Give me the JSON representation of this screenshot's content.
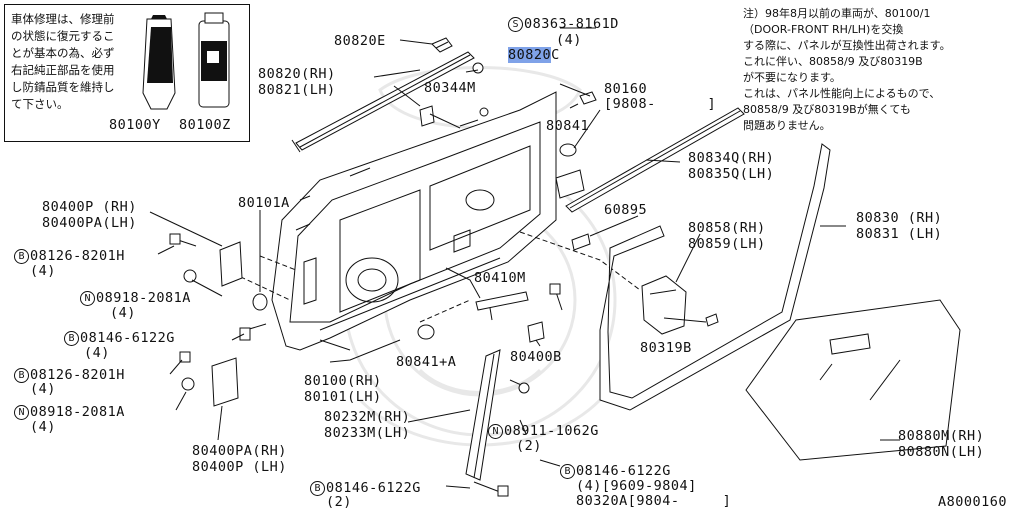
{
  "note_box": {
    "text": "車体修理は、修理前の状態に復元することが基本の為、必ず右記純正部品を使用し防錆品質を維持して下さい。",
    "sealer_code": "80100Y",
    "spray_code": "80100Z"
  },
  "footnote": {
    "lines": [
      "注）98年8月以前の車両が、80100/1",
      "（DOOR-FRONT RH/LH)を交換",
      "する際に、パネルが互換性出荷されます。",
      "これに伴い、80858/9 及び80319B",
      "が不要になります。",
      "これは、パネル性能向上によるもので、",
      "80858/9 及び80319Bが無くても",
      "問題ありません。"
    ]
  },
  "labels": {
    "p80820e": "80820E",
    "s_prefix": "S",
    "s_code": "08363-8161D",
    "s_qty": "(4)",
    "p80820c_main": "80820",
    "p80820c_suffix": "C",
    "p80820_rh": "80820(RH)",
    "p80821_lh": "80821(LH)",
    "p80344m": "80344M",
    "p80160": "80160",
    "p80160_date": "[9808-      ]",
    "p80841": "80841",
    "p80834q": "80834Q(RH)",
    "p80835q": "80835Q(LH)",
    "p80101a": "80101A",
    "p80400p_rh": "80400P (RH)",
    "p80400pa_lh": "80400PA(LH)",
    "b1_prefix": "B",
    "b1_code": "08126-8201H",
    "b1_qty": "(4)",
    "n1_prefix": "N",
    "n1_code": "08918-2081A",
    "n1_qty": "(4)",
    "p60895": "60895",
    "p80858": "80858(RH)",
    "p80859": "80859(LH)",
    "p80830": "80830 (RH)",
    "p80831": "80831 (LH)",
    "p80410m": "80410M",
    "b2_prefix": "B",
    "b2_code": "08146-6122G",
    "b2_qty": "(4)",
    "p80841a": "80841+A",
    "p80400b": "80400B",
    "p80319b": "80319B",
    "b3_prefix": "B",
    "b3_code": "08126-8201H",
    "b3_qty": "(4)",
    "p80100_rh": "80100(RH)",
    "p80101_lh": "80101(LH)",
    "n2_prefix": "N",
    "n2_code": "08918-2081A",
    "n2_qty": "(4)",
    "p80232m": "80232M(RH)",
    "p80233m": "80233M(LH)",
    "n3_prefix": "N",
    "n3_code": "08911-1062G",
    "n3_qty": "(2)",
    "p80880m": "80880M(RH)",
    "p80880n": "80880N(LH)",
    "p80400pa_rh": "80400PA(RH)",
    "p80400p_lh": "80400P (LH)",
    "b4_prefix": "B",
    "b4_code": "08146-6122G",
    "b4_qty": "(4)[9609-9804]",
    "p80320a": "80320A[9804-     ]",
    "b5_prefix": "B",
    "b5_code": "08146-6122G",
    "b5_qty": "(2)",
    "figure_id": "A8000160"
  },
  "colors": {
    "highlight": "#7fa2e8",
    "line": "#111111",
    "watermark": "#e6e6e6"
  }
}
